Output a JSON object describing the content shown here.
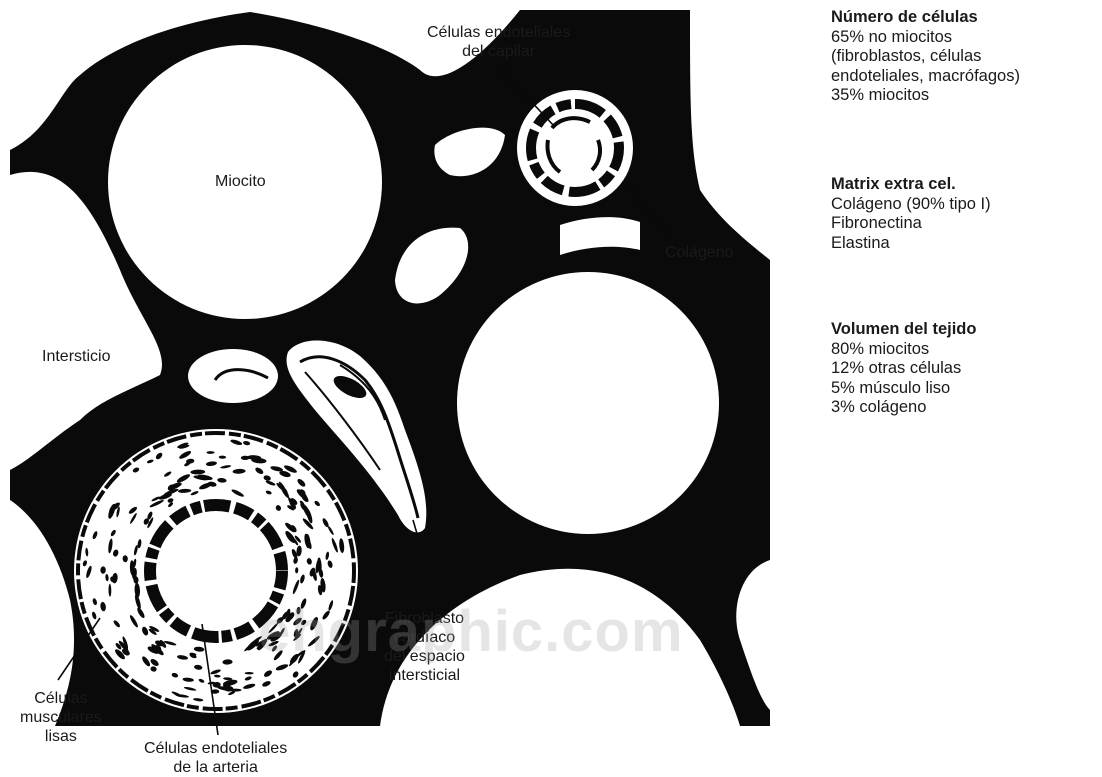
{
  "diagram": {
    "labels": {
      "capillary_endothelial": [
        "Células endoteliales",
        "del capilar"
      ],
      "myocyte": "Miocito",
      "collagen": "Colágeno",
      "interstitium": "Intersticio",
      "fibroblast": [
        "Fibroblasto",
        "cardíaco",
        "del espacio",
        "intersticial"
      ],
      "smooth_muscle": [
        "Células",
        "musculares",
        "lisas"
      ],
      "artery_endothelial": [
        "Células endoteliales",
        "de la arteria"
      ]
    },
    "watermark": "ehgraphic.com"
  },
  "info": {
    "cell_number": {
      "title": "Número de células",
      "lines": [
        "65% no miocitos",
        "(fibroblastos, células",
        "endoteliales, macrófagos)",
        "35% miocitos"
      ]
    },
    "matrix": {
      "title": "Matrix extra cel.",
      "lines": [
        "Colágeno (90% tipo I)",
        "Fibronectina",
        "Elastina"
      ]
    },
    "tissue_volume": {
      "title": "Volumen del tejido",
      "lines": [
        "80% miocitos",
        "12% otras células",
        "5% músculo liso",
        "3% colágeno"
      ]
    }
  }
}
